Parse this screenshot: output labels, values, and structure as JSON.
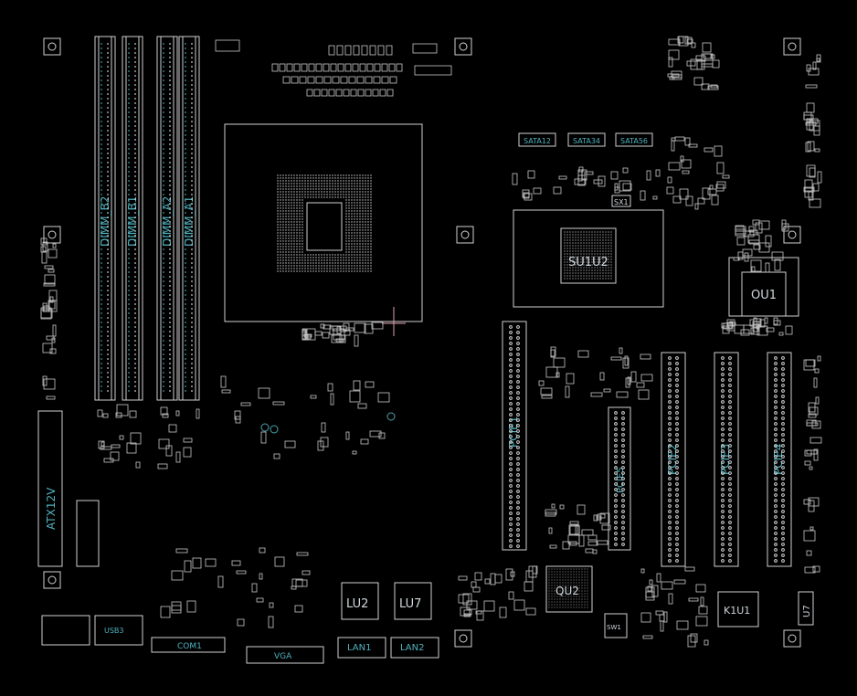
{
  "board": {
    "colors": {
      "background": "#000000",
      "outline": "#d0d0d0",
      "accent": "#4fb3bf",
      "marker": "#e0a0b0"
    },
    "labels": {
      "dimm_b2": "DIMM_B2",
      "dimm_b1": "DIMM_B1",
      "dimm_a2": "DIMM_A2",
      "dimm_a1": "DIMM_A1",
      "sata_top": [
        "SATA12",
        "SATA34",
        "SATA56"
      ],
      "south_bridge": "SU1U2",
      "io_controller": "OU1",
      "pcie_long": [
        "PCIE1",
        "PCIE2",
        "PCIE3",
        "PCIE4"
      ],
      "pcie_short": "PCIE5",
      "atx_power": "ATX12V",
      "lan_chips": [
        "LU2",
        "LU7"
      ],
      "lan_ports": [
        "LAN1",
        "LAN2"
      ],
      "chip_lower": "QU2",
      "chip_right": "K1U1",
      "chip_u7": "U7",
      "com": "COM1",
      "usb3": "USB3",
      "vga": "VGA",
      "sw": "SW1",
      "sx": "SX1"
    }
  }
}
